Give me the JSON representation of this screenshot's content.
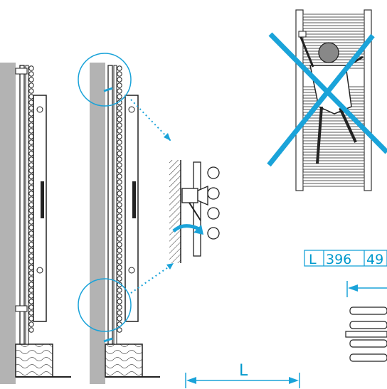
{
  "colors": {
    "accent": "#1aa3d9",
    "line": "#222222",
    "wall": "#b3b3b3"
  },
  "dimension_label": "L",
  "dimension_table": {
    "header": "L",
    "values": [
      "396",
      "49"
    ]
  },
  "icons": {
    "warning": "no-climbing-prohibition-icon",
    "arrow": "rotate-arrow-icon"
  }
}
